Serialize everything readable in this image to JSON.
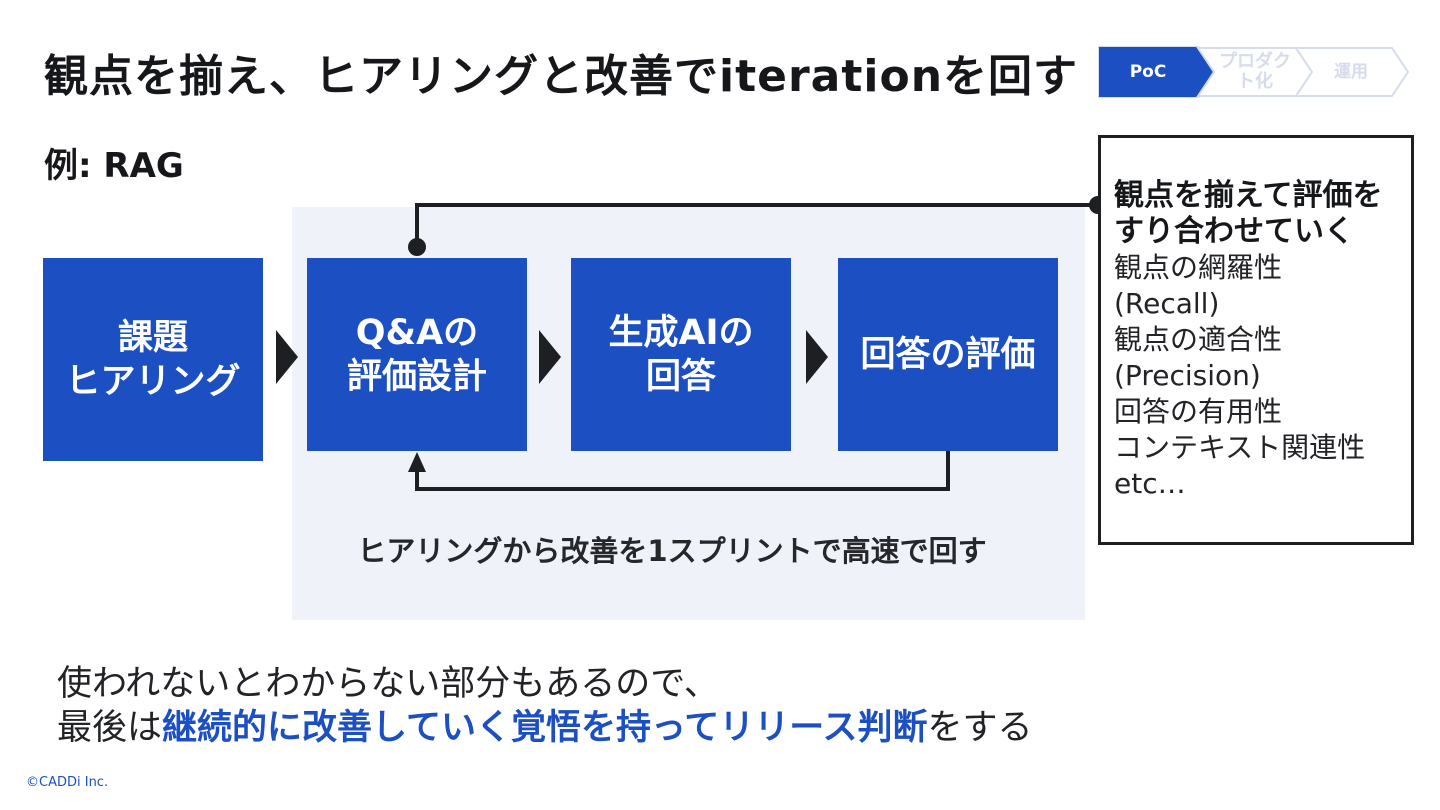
{
  "title": "観点を揃え、ヒアリングと改善でiterationを回す",
  "phases": [
    {
      "label": "PoC",
      "active": true
    },
    {
      "label": "プロダクト化",
      "active": false
    },
    {
      "label": "運用",
      "active": false
    }
  ],
  "subtitle": "例: RAG",
  "flow": {
    "boxes": [
      {
        "label": "課題\nヒアリング"
      },
      {
        "label": "Q&Aの\n評価設計"
      },
      {
        "label": "生成AIの\n回答"
      },
      {
        "label": "回答の評価"
      }
    ],
    "loop_caption": "ヒアリングから改善を1スプリントで高速で回す"
  },
  "note": {
    "heading": "観点を揃えて評価を\nすり合わせていく",
    "items": [
      "観点の網羅性",
      "(Recall)",
      "観点の適合性",
      "(Precision)",
      "回答の有用性",
      "コンテキスト関連性",
      " etc…"
    ]
  },
  "bottom": {
    "line1": "使われないとわからない部分もあるので、",
    "line2_prefix": "最後は",
    "line2_emphasis": "継続的に改善していく覚悟を持ってリリース判断",
    "line2_suffix": "をする"
  },
  "colors": {
    "accent": "#1b4fc2",
    "panel": "#eff2f8",
    "dark": "#1e1f23",
    "inactive": "#d6dcea"
  },
  "copyright": "©CADDi Inc."
}
